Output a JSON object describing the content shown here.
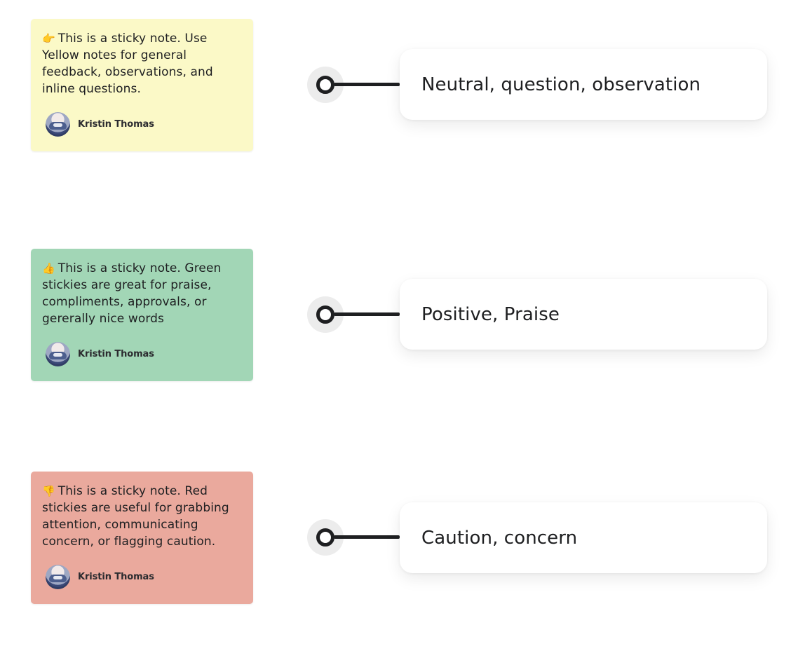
{
  "colors": {
    "yellow_note": "#fbf9c7",
    "green_note": "#a2d6b6",
    "red_note": "#eaa99d",
    "connector": "#1e1f21",
    "halo": "#ececec",
    "card_bg": "#ffffff"
  },
  "rows": [
    {
      "note": {
        "emoji": "👉",
        "text": "This is a sticky note. Use Yellow notes for general feedback, observations, and inline questions.",
        "author": "Kristin Thomas",
        "color": "#fbf9c7"
      },
      "label": "Neutral, question, observation"
    },
    {
      "note": {
        "emoji": "👍",
        "text": "This is a sticky note. Green stickies are great for praise, compliments, approvals, or gererally nice words",
        "author": "Kristin Thomas",
        "color": "#a2d6b6"
      },
      "label": "Positive, Praise"
    },
    {
      "note": {
        "emoji": "👎",
        "text": "This is a sticky note. Red stickies are useful for grabbing attention, communicating concern, or flagging caution.",
        "author": "Kristin Thomas",
        "color": "#eaa99d"
      },
      "label": "Caution, concern"
    }
  ]
}
